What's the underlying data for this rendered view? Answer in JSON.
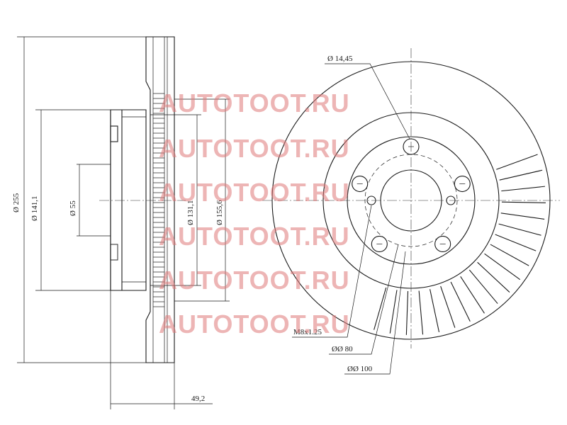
{
  "watermark": "AUTOTOOT.RU",
  "dimensions": {
    "outer_diameter": "Ø 255",
    "hat_diameter": "Ø 141,1",
    "center_bore": "Ø 55",
    "inner_vent_diameter": "Ø 131,1",
    "inner_rim_diameter": "Ø 155,6",
    "overall_height": "49,2",
    "bolt_hole": "Ø 14,45",
    "thread": "M8x1.25",
    "bolt_circle": "ØØ 80",
    "hub_circle": "ØØ 100"
  },
  "colors": {
    "line": "#1a1a1a",
    "watermark": "#e07a7a"
  }
}
